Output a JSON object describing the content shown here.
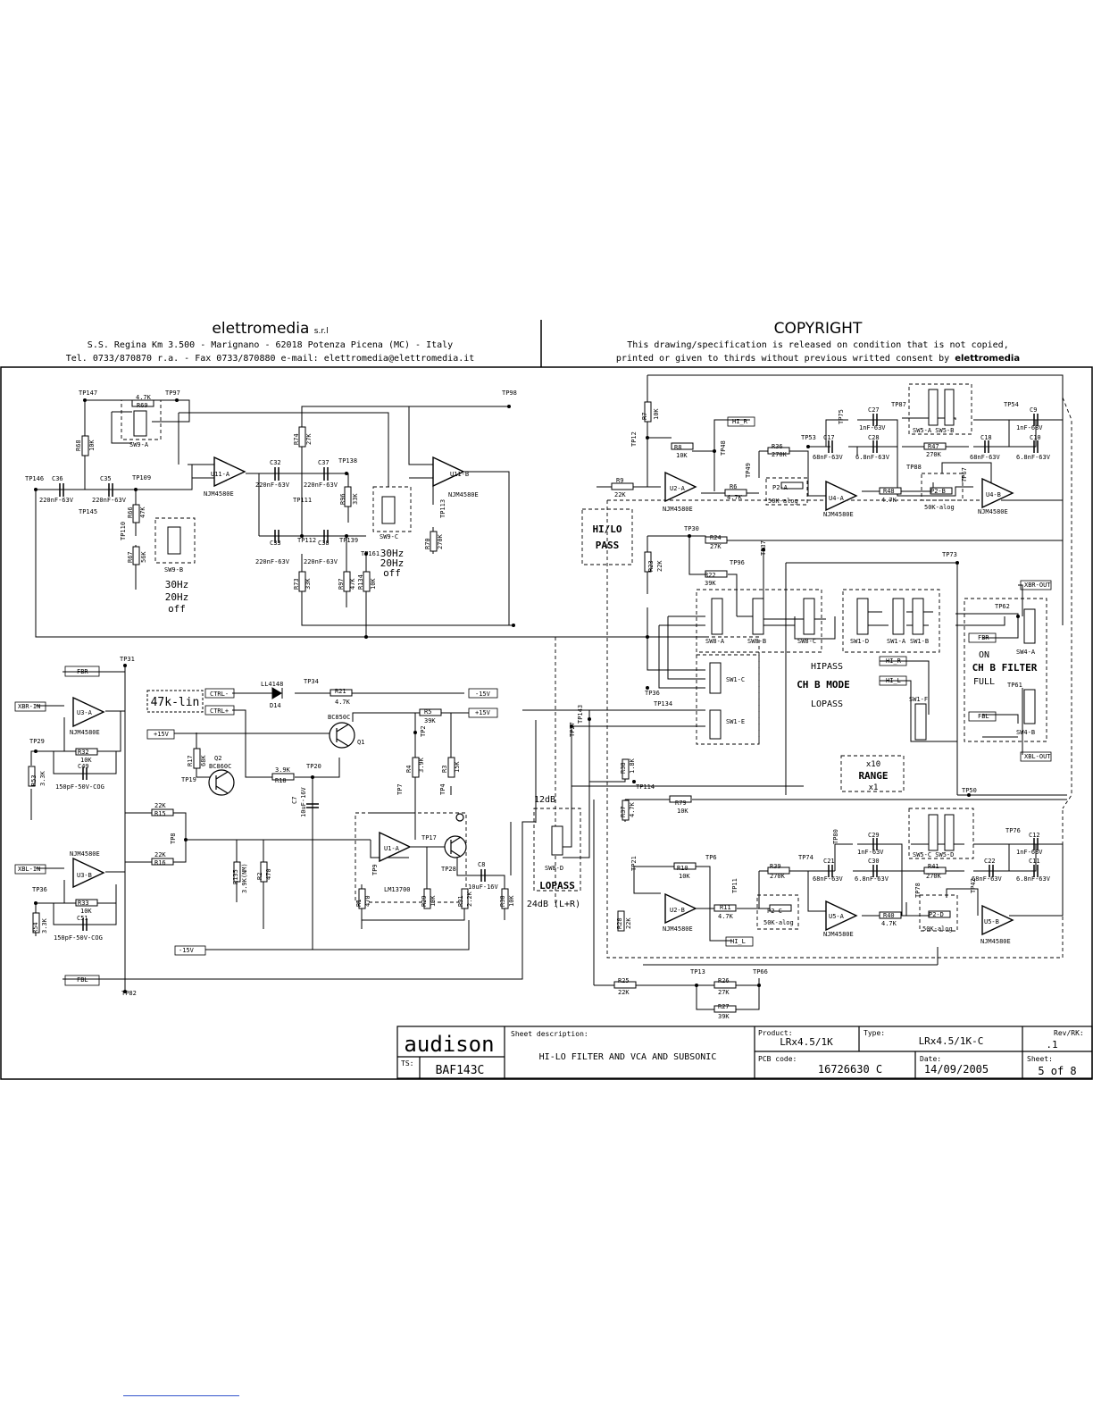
{
  "header": {
    "company": "elettromedia",
    "company_suffix": "s.r.l",
    "address": "S.S. Regina Km 3.500 - Marignano - 62018 Potenza Picena (MC) - Italy",
    "contacts": "Tel. 0733/870870 r.a. - Fax 0733/870880 e-mail: elettromedia@elettromedia.it",
    "copyright_title": "COPYRIGHT",
    "copyright_line1": "This drawing/specification is released on condition that is not copied,",
    "copyright_line2": "printed or given to thirds without previous writted consent by",
    "copyright_owner": "elettromedia"
  },
  "blocks": {
    "hilo_pass": [
      "HI/LO",
      "PASS"
    ],
    "lopass_box": "LOPASS",
    "db12": "12dB",
    "db24": "24dB (L+R)",
    "hipass": "HIPASS",
    "chb_mode": "CH B MODE",
    "lopass": "LOPASS",
    "on": "ON",
    "chb_filter": "CH B FILTER",
    "full": "FULL",
    "x10": "x10",
    "range": "RANGE",
    "x1": "x1",
    "subsonic_left": [
      "30Hz",
      "20Hz",
      "off"
    ],
    "subsonic_right": [
      "30Hz",
      "20Hz",
      "off"
    ],
    "pot_note": "47k-lin"
  },
  "labels": {
    "tp147": "TP147",
    "tp97": "TP97",
    "r69v": "4.7K",
    "r69": "R69",
    "r68": "R68",
    "r68v": "10K",
    "sw9a": "SW9-A",
    "tp146": "TP146",
    "c36": "C36",
    "c36v": "220nF-63V",
    "c35": "C35",
    "c35v": "220nF-63V",
    "tp109": "TP109",
    "tp145": "TP145",
    "r66": "R66",
    "r66v": "47K",
    "tp110": "TP110",
    "r67": "R67",
    "r67v": "56K",
    "sw9b": "SW9-B",
    "u11a": "U11-A",
    "njm1": "NJM4580E",
    "c32": "C32",
    "c32v": "220nF-63V",
    "c37": "C37",
    "c37v": "220nF-63V",
    "tp138": "TP138",
    "r96": "R96",
    "r96v": "33K",
    "tp111": "TP111",
    "r74": "R74",
    "r74v": "27K",
    "c33": "C33",
    "c33v": "220nF-63V",
    "tp112": "TP112",
    "c38": "C38",
    "c38v": "220nF-63V",
    "tp139": "TP139",
    "r73": "R73",
    "r73v": "33K",
    "r97": "R97",
    "r97v": "47K",
    "tp161": "TP161",
    "r134": "R134",
    "r134v": "10K",
    "sw9c": "SW9-C",
    "u11b": "U11-B",
    "njm2": "NJM4580E",
    "tp98": "TP98",
    "tp113": "TP113",
    "r70": "R70",
    "r70v": "270K",
    "fbr": "FBR",
    "tp31": "TP31",
    "xbrin": "XBR-IN",
    "u3a": "U3-A",
    "njm3": "NJM4580E",
    "tp29": "TP29",
    "r32": "R32",
    "r32v": "10K",
    "c49": "C49",
    "c49v": "150pF-50V-COG",
    "r53": "R53",
    "r53v": "3.3K",
    "r15v": "22K",
    "r15": "R15",
    "r16v": "22K",
    "r16": "R16",
    "tp8": "TP8",
    "njm4": "NJM4580E",
    "xblin": "XBL-IN",
    "u3b": "U3-B",
    "tp36": "TP36",
    "r33": "R33",
    "r33v": "10K",
    "c51": "C51",
    "c51v": "150pF-50V-COG",
    "r54": "R54",
    "r54v": "3.3K",
    "fbl": "FBL",
    "tp82": "TP82",
    "m15v": "-15V",
    "ctrlm": "CTRL-",
    "ctrlp": "CTRL+",
    "d14n": "LL4148",
    "d14": "D14",
    "tp34": "TP34",
    "r21": "R21",
    "r21v": "4.7K",
    "m15v2": "-15V",
    "p15v": "+15V",
    "r5": "R5",
    "r5v": "39K",
    "tp2": "TP2",
    "p15v2": "+15V",
    "bc850": "BC850C",
    "q1": "Q1",
    "r17": "R17",
    "r17v": "68K",
    "q2": "Q2",
    "bc860": "BC860C",
    "tp19": "TP19",
    "r18v": "3.9K",
    "r18": "R18",
    "tp20": "TP20",
    "c7": "C7",
    "c7v": "10uF-16V",
    "r4": "R4",
    "r4v": "3.9K",
    "r3": "R3",
    "r3v": "15K",
    "tp7": "TP7",
    "tp4": "TP4",
    "u1a": "U1-A",
    "lm": "LM13700",
    "tp17": "TP17",
    "tp28": "TP28",
    "c8": "C8",
    "c8v": "10uF-16V",
    "r135": "R135",
    "r135v": "3.9K(NM)",
    "r2": "R2",
    "r2v": "470",
    "r1": "R1",
    "r1v": "470",
    "r29": "R29",
    "r29v": "10K",
    "r31": "R31",
    "r31v": "2.2K",
    "r30": "R30",
    "r30v": "10K",
    "tp9": "TP9",
    "r7": "R7",
    "r7v": "10K",
    "tp12": "TP12",
    "r8": "R8",
    "r8v": "10K",
    "tp48": "TP48",
    "hir": "HI_R",
    "r9": "R9",
    "r9v": "22K",
    "u2a": "U2-A",
    "njm5": "NJM4580E",
    "r6": "R6",
    "r6v": "4.7K",
    "tp49": "TP49",
    "r36": "R36",
    "r36v": "270K",
    "tp53": "TP53",
    "p2a": "P2-A",
    "p2av": "50K-alog",
    "c17": "C17",
    "c17v": "68nF-63V",
    "u4a": "U4-A",
    "njm6": "NJM4580E",
    "tp75": "TP75",
    "c27": "C27",
    "c27v": "1nF-63V",
    "tp87": "TP87",
    "c28": "C28",
    "c28v": "6.8nF-63V",
    "sw5ab": "SW5-A SW5-B",
    "r47": "R47",
    "r47v": "270K",
    "tp88": "TP88",
    "r48": "R48",
    "r48v": "4.7K",
    "p2b": "P2-B",
    "p2bv": "50K-alog",
    "tp67": "TP67",
    "u4b": "U4-B",
    "njm7": "NJM4580E",
    "tp54": "TP54",
    "c9": "C9",
    "c9v": "1nF-63V",
    "c18": "C18",
    "c18v": "68nF-63V",
    "c10": "C10",
    "c10v": "6.8nF-63V",
    "tp30": "TP30",
    "r24": "R24",
    "r24v": "27K",
    "tp37": "TP37",
    "r23": "R23",
    "r23v": "22K",
    "r22": "R22",
    "r22v": "39K",
    "tp96": "TP96",
    "tp73": "TP73",
    "sw8a": "SW8-A",
    "sw8b": "SW8-B",
    "sw8c": "SW8-C",
    "sw1d": "SW1-D",
    "sw1a": "SW1-A",
    "sw1b": "SW1-B",
    "xbrout": "XBR-OUT",
    "tp62": "TP62",
    "fbr2": "FBR",
    "sw4a": "SW4-A",
    "sw1c": "SW1-C",
    "tp36b": "TP36",
    "tp134": "TP134",
    "hir2": "HI_R",
    "hil2": "HI_L",
    "sw1f": "SW1-F",
    "tp61": "TP61",
    "fbl2": "FBL",
    "sw4b": "SW4-B",
    "xblout": "XBL-OUT",
    "tp27": "TP27",
    "tp143": "TP143",
    "sw1e": "SW1-E",
    "r38": "R38",
    "r38v": "1.8K",
    "tp114": "TP114",
    "r37": "R37",
    "r37v": "4.7K",
    "sw8d": "SW8-D",
    "tp50": "TP50",
    "r79": "R79",
    "r79v": "10K",
    "tp80": "TP80",
    "c29": "C29",
    "c29v": "1nF-63V",
    "c30": "C30",
    "c30v": "6.8nF-63V",
    "sw5cd": "SW5-C SW5-D",
    "tp76": "TP76",
    "c12": "C12",
    "c12v": "1nF-63V",
    "c11": "C11",
    "c11v": "6.8nF-63V",
    "r10": "R10",
    "r10v": "10K",
    "tp6": "TP6",
    "tp21": "TP21",
    "r39": "R39",
    "r39v": "270K",
    "tp74": "TP74",
    "c21": "C21",
    "c21v": "68nF-63V",
    "r41": "R41",
    "r41v": "270K",
    "c22": "C22",
    "c22v": "68nF-63V",
    "tp42": "TP42",
    "tp11": "TP11",
    "p2c": "P2-C",
    "p2cv": "50K-alog",
    "r11": "R11",
    "r11v": "4.7K",
    "u5a": "U5-A",
    "njm8": "NJM4580E",
    "r40": "R40",
    "r40v": "4.7K",
    "tp78": "TP78",
    "p2d": "P2-D",
    "p2dv": "50K-alog",
    "u5b": "U5-B",
    "njm9": "NJM4580E",
    "r28": "R28",
    "r28v": "22K",
    "u2b": "U2-B",
    "njm10": "NJM4580E",
    "hil": "HI_L",
    "r25": "R25",
    "r25v": "22K",
    "tp13": "TP13",
    "tp66": "TP66",
    "r26": "R26",
    "r26v": "27K",
    "r27": "R27",
    "r27v": "39K"
  },
  "title_block": {
    "logo": "audison",
    "ts_label": "TS:",
    "ts_value": "BAF143C",
    "sheet_desc_label": "Sheet description:",
    "sheet_desc": "HI-LO FILTER AND VCA AND SUBSONIC",
    "product_label": "Product:",
    "product": "LRx4.5/1K",
    "type_label": "Type:",
    "type": "LRx4.5/1K-C",
    "rev_label": "Rev/RK:",
    "rev": ".1",
    "pcb_label": "PCB code:",
    "pcb": "16726630 C",
    "date_label": "Date:",
    "date": "14/09/2005",
    "sheet_label": "Sheet:",
    "sheet": "5 of 8"
  }
}
